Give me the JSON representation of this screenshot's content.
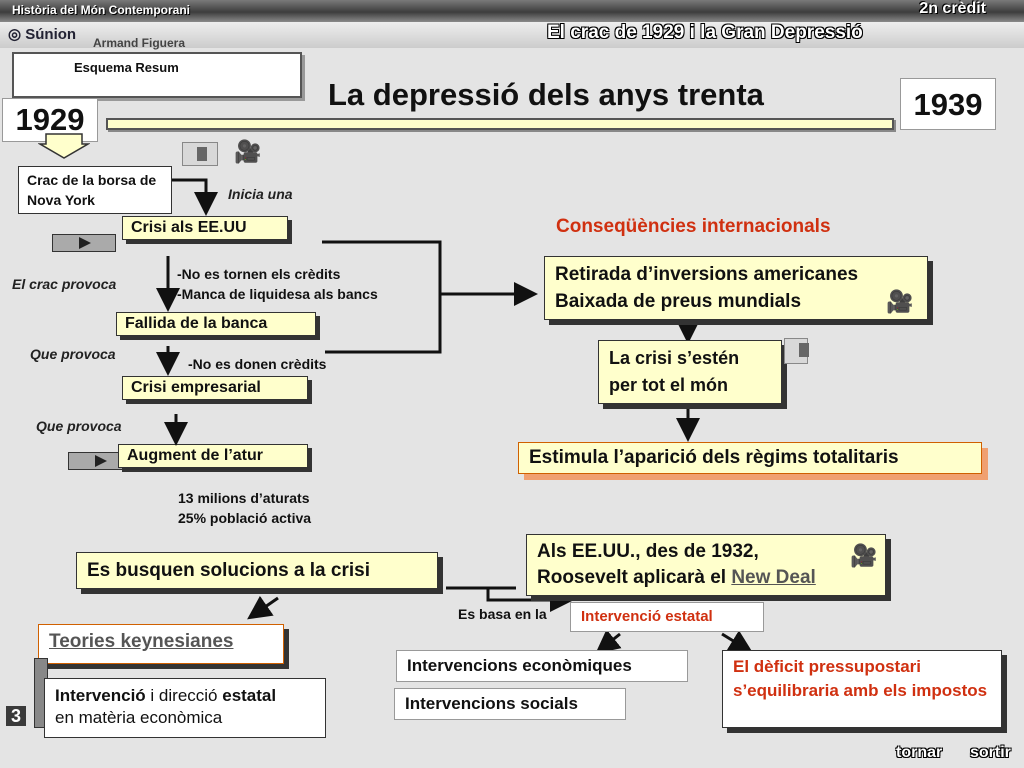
{
  "header": {
    "course": "Història del Món Contemporani",
    "credit": "2n crèdit",
    "brand": "Súnion",
    "author": "Armand Figuera",
    "unit_title": "El crac de 1929 i la Gran Depressió"
  },
  "slide": {
    "section": "Esquema Resum",
    "title": "La depressió dels anys trenta",
    "year_start": "1929",
    "year_end": "1939",
    "page_number": "3"
  },
  "left": {
    "crash": "Crac de la borsa de Nova York",
    "initiates": "Inicia una",
    "us_crisis": "Crisi als EE.UU",
    "crash_causes": "El crac provoca",
    "credit_notes": "-No es tornen els crèdits\n-Manca de liquidesa als bancs",
    "bank_failure": "Fallida de la banca",
    "causes1": "Que provoca",
    "no_credit": "-No es donen crèdits",
    "business_crisis": "Crisi empresarial",
    "causes2": "Que provoca",
    "unemployment": "Augment de l’atur",
    "unemployment_stats": "13 milions d’aturats\n25% població activa"
  },
  "right": {
    "intl_title": "Conseqüències internacionals",
    "withdrawal": "Retirada d’inversions americanes\nBaixada de preus mundials",
    "spread": "La crisi s’estén\nper tot el món",
    "totalitarian": "Estimula l’aparició dels règims totalitaris"
  },
  "solutions": {
    "search": "Es busquen solucions a la crisi",
    "roosevelt_line1": "Als EE.UU., des de 1932,",
    "roosevelt_line2": "Roosevelt aplicarà el",
    "new_deal": "New Deal",
    "based_on": "Es basa en la",
    "state_intervention": "Intervenció estatal",
    "keynes": "Teories keynesianes",
    "kw_intervention": "Intervenció",
    "kw_and": " i direcció ",
    "kw_state": "estatal",
    "kw_matter": "en matèria econòmica",
    "econ": "Intervencions econòmiques",
    "social": "Intervencions socials",
    "deficit": "El dèficit pressupostari s’equilibraria amb els impostos"
  },
  "nav": {
    "back": "tornar",
    "exit": "sortir"
  }
}
